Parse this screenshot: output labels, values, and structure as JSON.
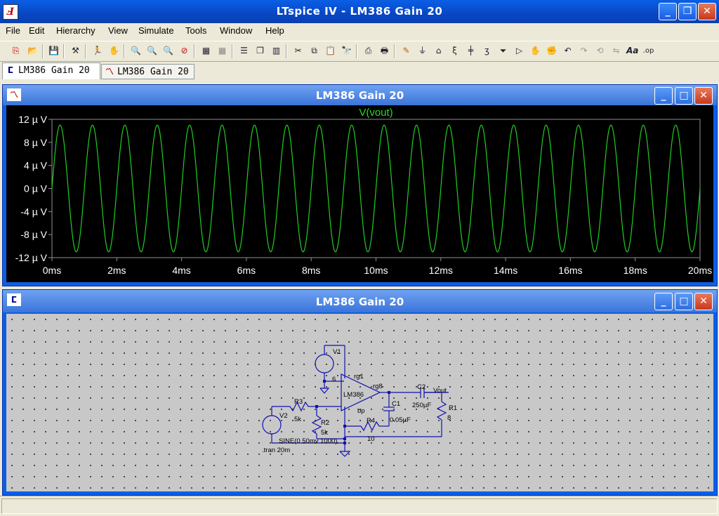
{
  "window": {
    "title": "LTspice IV - LM386 Gain 20",
    "app_icon": "ltspice-logo-icon",
    "minimize": "_",
    "maximize": "❐",
    "close": "✕"
  },
  "menu": {
    "items": [
      "File",
      "Edit",
      "Hierarchy",
      "View",
      "Simulate",
      "Tools",
      "Window",
      "Help"
    ]
  },
  "toolbar": {
    "icons": [
      "new-schematic-icon",
      "open-icon",
      "save-icon",
      "control-panel-icon",
      "run-icon",
      "halt-icon",
      "zoom-in-icon",
      "pan-icon",
      "zoom-out-icon",
      "zoom-cancel-icon",
      "autorange-icon",
      "grid-icon",
      "tile-horizontal-icon",
      "cascade-icon",
      "tile-vertical-icon",
      "cut-icon",
      "copy-icon",
      "paste-icon",
      "find-icon",
      "print-setup-icon",
      "print-icon",
      "wire-icon",
      "ground-icon",
      "label-net-icon",
      "resistor-icon",
      "capacitor-icon",
      "inductor-icon",
      "diode-icon",
      "component-icon",
      "move-icon",
      "drag-icon",
      "undo-icon",
      "redo-icon",
      "rotate-icon",
      "mirror-icon",
      "text-icon",
      "spice-directive-icon"
    ]
  },
  "tabs": [
    {
      "label": "LM386 Gain 20",
      "icon": "schematic-icon",
      "active": true
    },
    {
      "label": "LM386 Gain 20",
      "icon": "waveform-icon",
      "active": false
    }
  ],
  "plot_window": {
    "title": "LM386 Gain 20",
    "icon": "waveform-icon",
    "minimize": "_",
    "maximize": "□",
    "close": "✕"
  },
  "schematic_window": {
    "title": "LM386 Gain 20",
    "icon": "schematic-icon",
    "minimize": "_",
    "maximize": "□",
    "close": "✕"
  },
  "chart_data": {
    "type": "line",
    "title": "V(vout)",
    "x_unit": "ms",
    "xlim": [
      0,
      20
    ],
    "ylim": [
      -12,
      12
    ],
    "x_ticks": [
      "0ms",
      "2ms",
      "4ms",
      "6ms",
      "8ms",
      "10ms",
      "12ms",
      "14ms",
      "16ms",
      "18ms",
      "20ms"
    ],
    "y_ticks": [
      "12 µ V",
      "8 µ V",
      "4 µ V",
      "0 µ V",
      "-4 µ V",
      "-8 µ V",
      "-12 µ V"
    ],
    "series": [
      {
        "name": "V(vout)",
        "color": "#22cc22",
        "function": "sine",
        "amplitude": 11,
        "frequency_hz": 1000,
        "offset": 0
      }
    ],
    "grid": false,
    "background": "#000000"
  },
  "schematic": {
    "wire_color": "#0000c0",
    "labels": {
      "v1": "V1",
      "v1_val": "6",
      "rg1": "rg1",
      "rg8": "rg8",
      "u1": "LM386",
      "bp": "bp",
      "c2": "C2",
      "c2_val": "250µF",
      "vout": "Vout",
      "r3": "R3",
      "r3_val": "5k",
      "r2": "R2",
      "r2_val": "5k",
      "c1": "C1",
      "c1_val": "0.05µF",
      "r1": "R1",
      "r1_val": "8",
      "r4": "R4",
      "r4_val": "10",
      "v2": "V2",
      "v2_val": "SINE(0 50mv 1000)",
      "tran": ".tran 20m"
    }
  }
}
